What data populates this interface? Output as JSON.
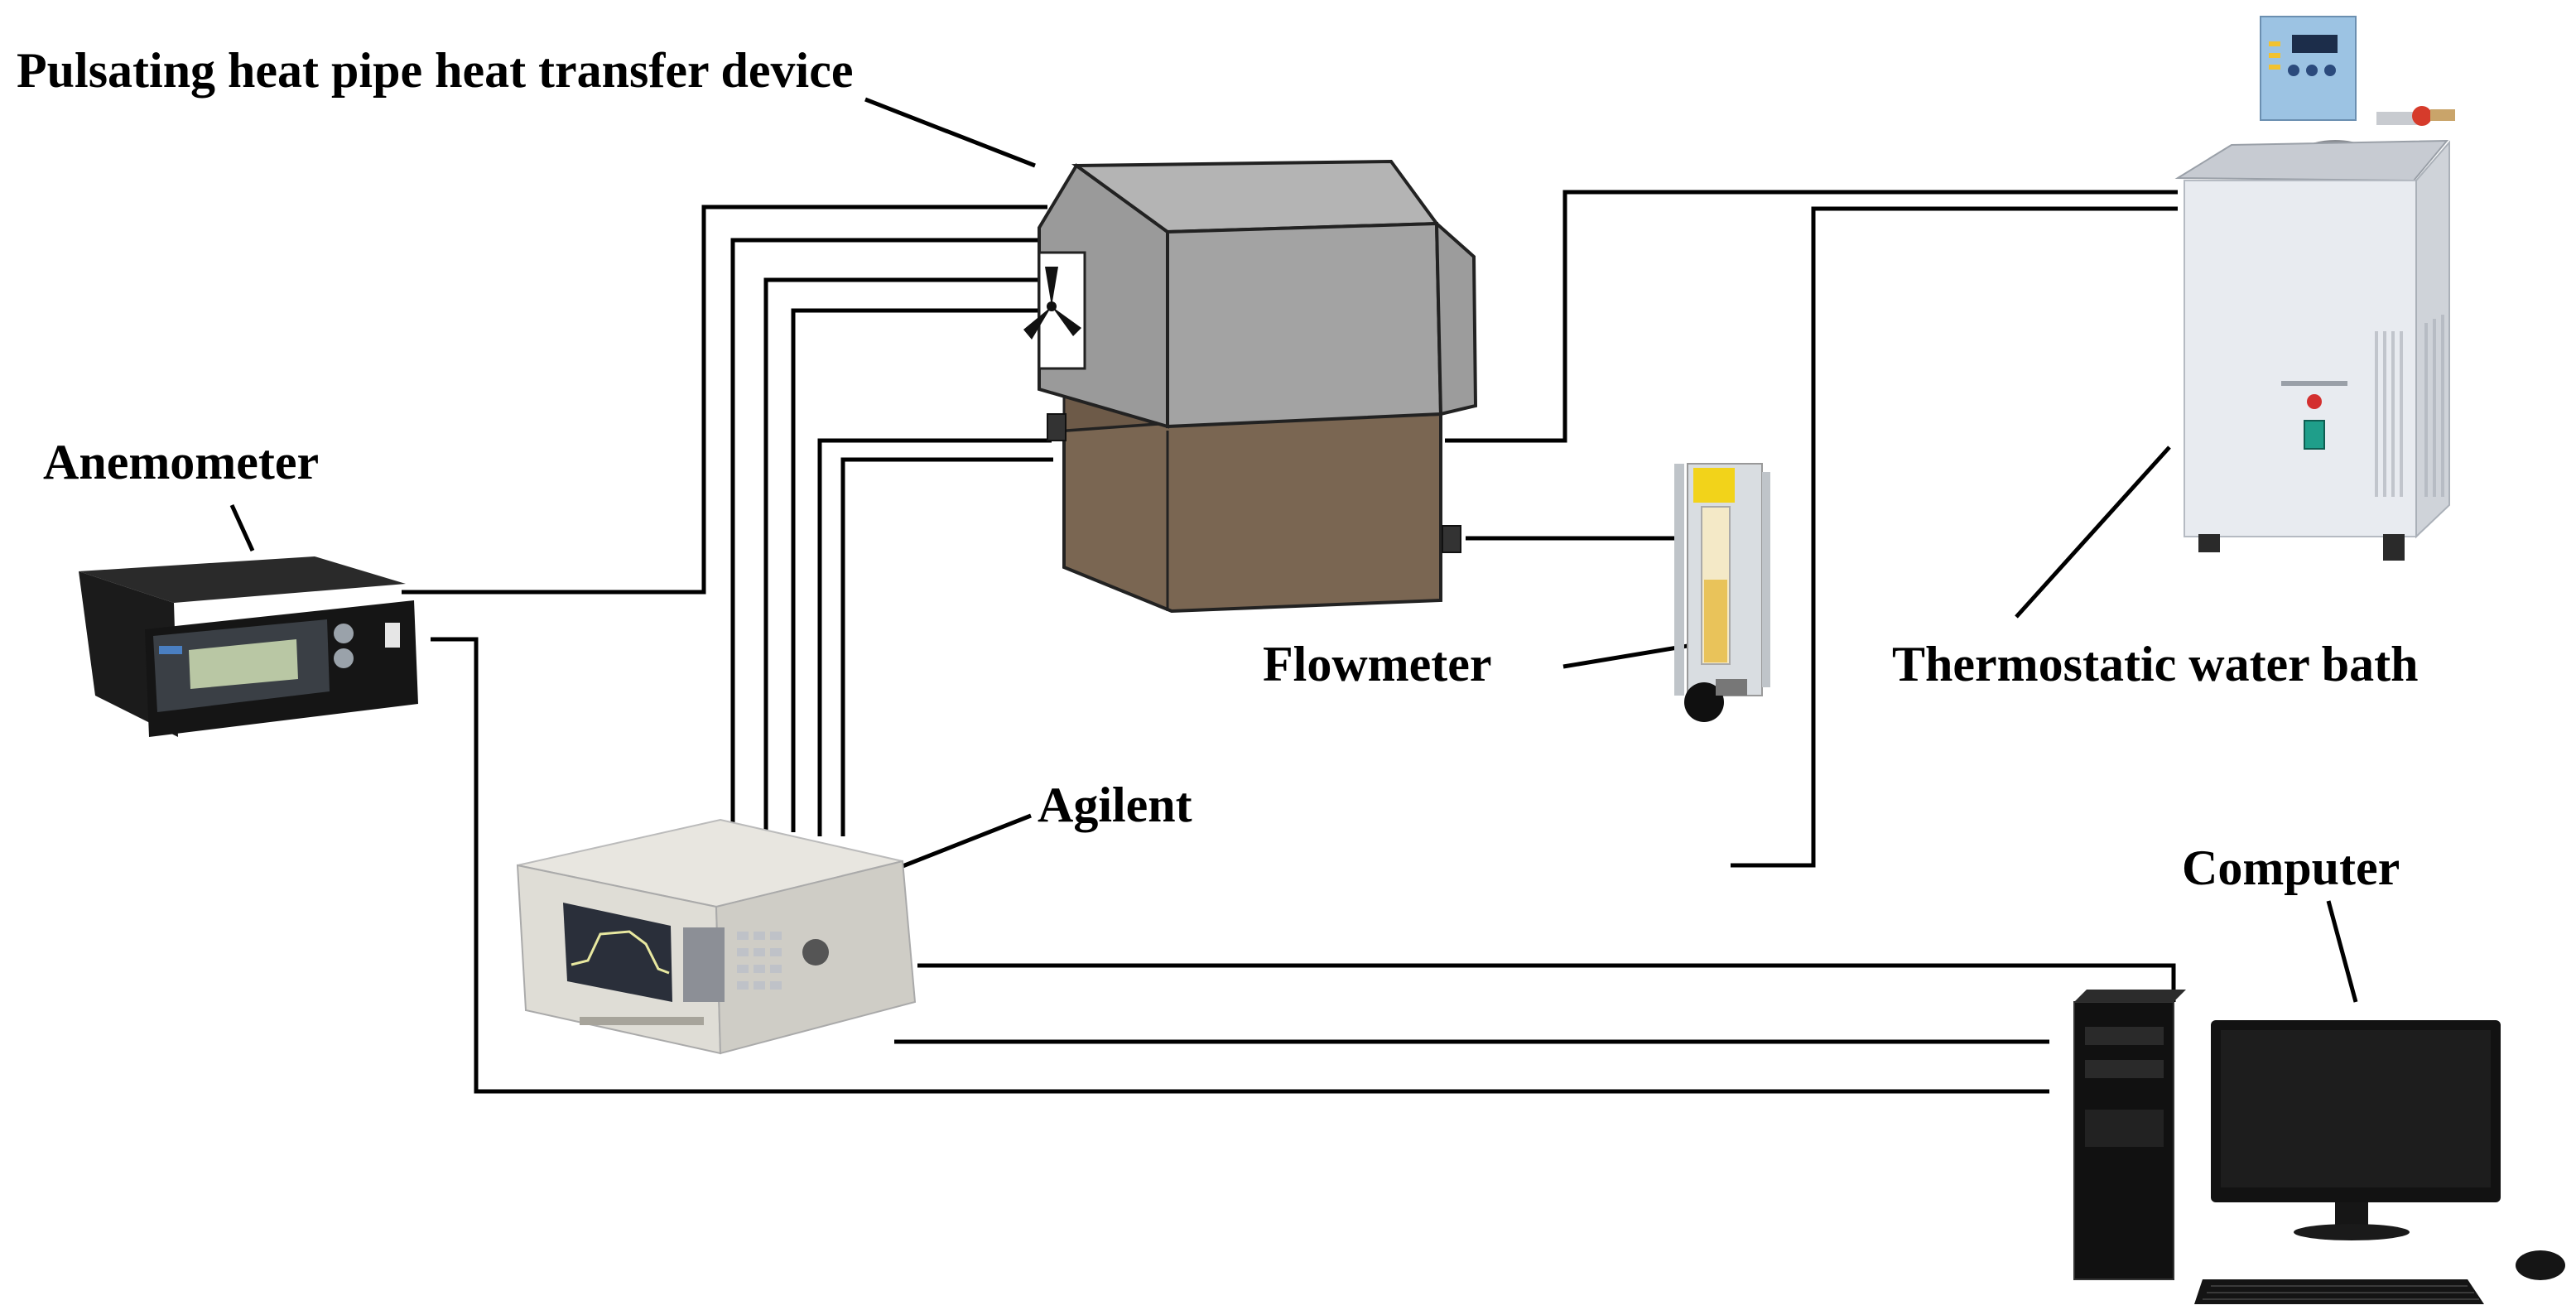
{
  "labels": {
    "device": "Pulsating heat pipe heat transfer device",
    "anemometer": "Anemometer",
    "flowmeter": "Flowmeter",
    "water_bath": "Thermostatic water bath",
    "agilent": "Agilent",
    "computer": "Computer"
  },
  "colors": {
    "device_top": "#a6a6a6",
    "device_base": "#7a6652",
    "line": "#000000",
    "instrument_dark": "#1e1e1e",
    "instrument_light": "#e4e4e2",
    "screen_lcd": "#b9c7a4",
    "screen_spectrum": "#2a2f3a",
    "bath_body": "#e6e9ee",
    "flowmeter_fluid": "#e9c35a"
  },
  "icons": {
    "fan": "fan-icon"
  }
}
